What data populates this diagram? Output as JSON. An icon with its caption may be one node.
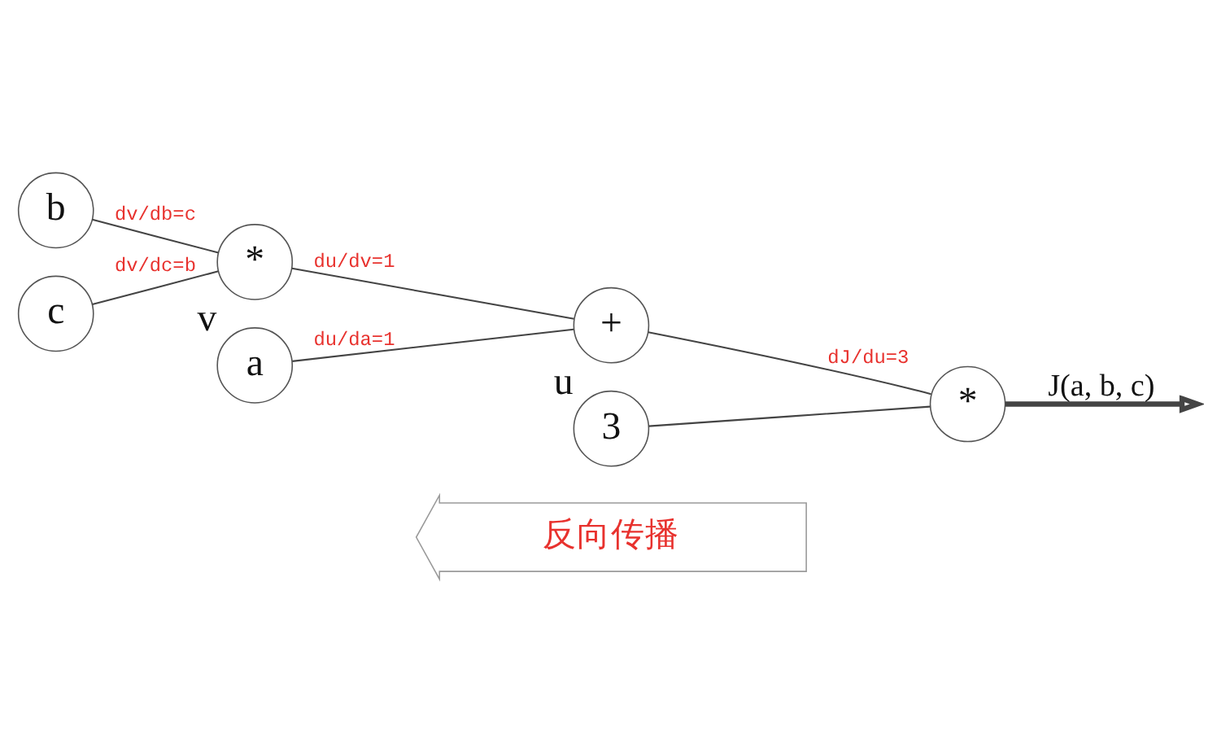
{
  "diagram": {
    "nodes": [
      {
        "text": [
          "b"
        ]
      },
      {
        "text": [
          "*"
        ],
        "beside": [
          "v"
        ]
      },
      {
        "text": [
          "c"
        ]
      },
      {
        "text": [
          "+"
        ],
        "beside": [
          "u"
        ]
      },
      {
        "text": [
          "a"
        ]
      },
      {
        "text": [
          "*"
        ]
      },
      {
        "text": [
          "3"
        ]
      },
      {
        "text": [
          "反向传播"
        ]
      }
    ],
    "edges": [
      {
        "from": 0,
        "to": 1,
        "arrow": "none",
        "label": "dv/db=c"
      },
      {
        "from": 2,
        "to": 1,
        "arrow": "none",
        "label": "dv/dc=b"
      },
      {
        "from": 1,
        "to": 3,
        "arrow": "none",
        "label": "du/dv=1"
      },
      {
        "from": 4,
        "to": 3,
        "arrow": "none",
        "label": "du/da=1"
      },
      {
        "from": 3,
        "to": 5,
        "arrow": "none",
        "label": "dJ/du=3"
      },
      {
        "from": 6,
        "to": 5,
        "arrow": "none"
      },
      {
        "from": 5,
        "to": null,
        "arrow": "to",
        "label": "J(a, b, c)",
        "style": "thick"
      }
    ]
  }
}
